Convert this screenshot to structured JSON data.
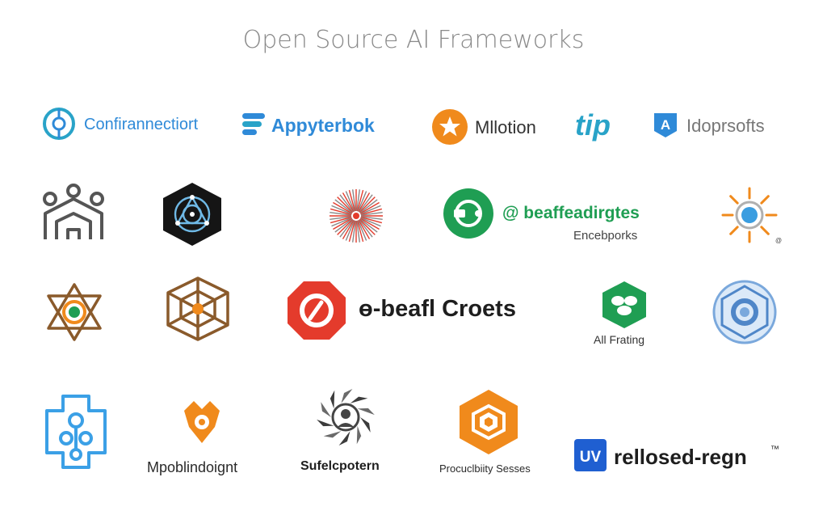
{
  "title": "Open Source AI Frameworks",
  "colors": {
    "blue": "#2f8ad8",
    "teal": "#29a3c8",
    "orange": "#f08a1c",
    "green": "#1f9e53",
    "red": "#e43b2c",
    "brown": "#8a5a2b",
    "dark": "#1e1e1e",
    "gray": "#5c5c5c"
  },
  "logos": [
    {
      "name": "Confirannectiort",
      "icon": "circuit-icon"
    },
    {
      "name": "Appyterbok",
      "icon": "chat-bubble-icon"
    },
    {
      "name": "Mllotion",
      "icon": "star-icon"
    },
    {
      "name": "tip",
      "icon": "wordmark"
    },
    {
      "name": "Idoprsofts",
      "icon": "letter-a-icon"
    },
    {
      "name": "",
      "icon": "network-people-icon"
    },
    {
      "name": "",
      "icon": "hex-network-icon"
    },
    {
      "name": "",
      "icon": "starburst-icon"
    },
    {
      "name": "@ beaffeadirgtes",
      "subtitle": "Encebporks",
      "icon": "wrench-circle-icon"
    },
    {
      "name": "",
      "icon": "sun-gear-icon"
    },
    {
      "name": "",
      "icon": "hexagram-icon"
    },
    {
      "name": "",
      "icon": "cube-lattice-icon"
    },
    {
      "name": "ɵ-beafl Croets",
      "icon": "octagon-icon"
    },
    {
      "name": "All Frating",
      "icon": "leaf-shield-icon"
    },
    {
      "name": "",
      "icon": "gear-sphere-icon"
    },
    {
      "name": "",
      "icon": "hex-nodes-icon"
    },
    {
      "name": "Mpoblindoignt",
      "icon": "flame-shield-icon"
    },
    {
      "name": "Sufelcpotern",
      "icon": "aperture-icon"
    },
    {
      "name": "Procuclbiity Sesses",
      "icon": "orange-hex-cube-icon"
    },
    {
      "name": "rellosed-regn",
      "tm": "™",
      "icon": "uw-square-icon"
    }
  ]
}
